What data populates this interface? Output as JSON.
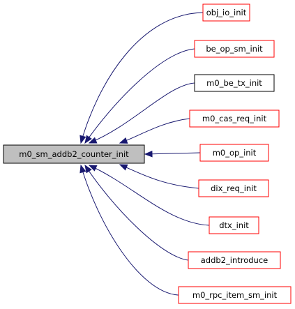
{
  "graph": {
    "root": {
      "id": "root",
      "label": "m0_sm_addb2_counter_init",
      "fill": "#bfbfbf",
      "border": "#000000"
    },
    "callers": [
      {
        "id": "obj_io_init",
        "label": "obj_io_init",
        "border": "#ff0000"
      },
      {
        "id": "be_op_sm_init",
        "label": "be_op_sm_init",
        "border": "#ff0000"
      },
      {
        "id": "m0_be_tx_init",
        "label": "m0_be_tx_init",
        "border": "#000000"
      },
      {
        "id": "m0_cas_req_init",
        "label": "m0_cas_req_init",
        "border": "#ff0000"
      },
      {
        "id": "m0_op_init",
        "label": "m0_op_init",
        "border": "#ff0000"
      },
      {
        "id": "dix_req_init",
        "label": "dix_req_init",
        "border": "#ff0000"
      },
      {
        "id": "dtx_init",
        "label": "dtx_init",
        "border": "#ff0000"
      },
      {
        "id": "addb2_introduce",
        "label": "addb2_introduce",
        "border": "#ff0000"
      },
      {
        "id": "m0_rpc_item_sm_init",
        "label": "m0_rpc_item_sm_init",
        "border": "#ff0000"
      }
    ],
    "edge_color": "#191970"
  }
}
